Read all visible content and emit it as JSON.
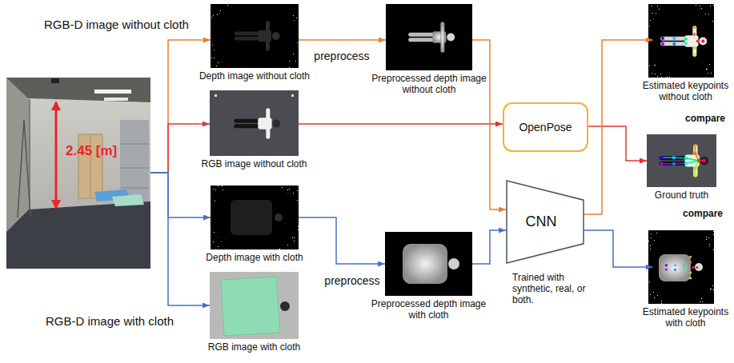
{
  "diagram": {
    "nodes": [
      {
        "text": [
          "2.45 [m]"
        ]
      },
      {
        "text": [
          "Depth image without cloth"
        ]
      },
      {
        "text": [
          "RGB image without cloth"
        ]
      },
      {
        "text": [
          "Depth image with cloth"
        ]
      },
      {
        "text": [
          "RGB image with cloth"
        ]
      },
      {
        "text": [
          "Preprocessed depth image without cloth"
        ]
      },
      {
        "text": [
          "Preprocessed depth image with cloth"
        ]
      },
      {
        "text": [
          "OpenPose"
        ]
      },
      {
        "text": [
          "CNN"
        ]
      },
      {
        "text": [
          "Estimated keypoints without cloth"
        ]
      },
      {
        "text": [
          "Ground truth"
        ]
      },
      {
        "text": [
          "Estimated keypoints with cloth"
        ]
      }
    ],
    "edges": [
      {
        "from": 0,
        "to": 1,
        "arrow": "to"
      },
      {
        "from": 0,
        "to": 2,
        "arrow": "to"
      },
      {
        "from": 0,
        "to": 3,
        "arrow": "to"
      },
      {
        "from": 0,
        "to": 4,
        "arrow": "to"
      },
      {
        "from": 1,
        "to": 5,
        "label": "preprocess",
        "arrow": "to"
      },
      {
        "from": 3,
        "to": 6,
        "label": "preprocess",
        "arrow": "to"
      },
      {
        "from": 2,
        "to": 7,
        "arrow": "to"
      },
      {
        "from": 5,
        "to": 8,
        "arrow": "to"
      },
      {
        "from": 6,
        "to": 8,
        "arrow": "to"
      },
      {
        "from": 7,
        "to": 10,
        "arrow": "to"
      },
      {
        "from": 8,
        "to": 9,
        "arrow": "to"
      },
      {
        "from": 8,
        "to": 11,
        "arrow": "to"
      }
    ],
    "labels": [
      "RGB-D image without cloth",
      "RGB-D image with cloth",
      "compare",
      "compare",
      "Trained with synthetic, real, or both."
    ]
  }
}
